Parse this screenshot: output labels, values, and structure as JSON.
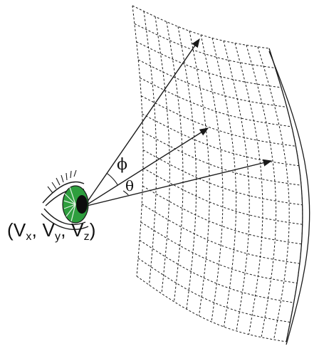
{
  "labels": {
    "phi": "ϕ",
    "theta": "θ",
    "viewpoint": {
      "open": "(V",
      "x_sub": "x",
      "sep1": ", V",
      "y_sub": "y",
      "sep2": ", V",
      "z_sub": "z",
      "close": ")"
    }
  },
  "colors": {
    "line": "#1a1a1a",
    "iris": "#2e9e3e",
    "pupil": "#0d0d0d"
  },
  "icons": [
    "eye-icon"
  ]
}
